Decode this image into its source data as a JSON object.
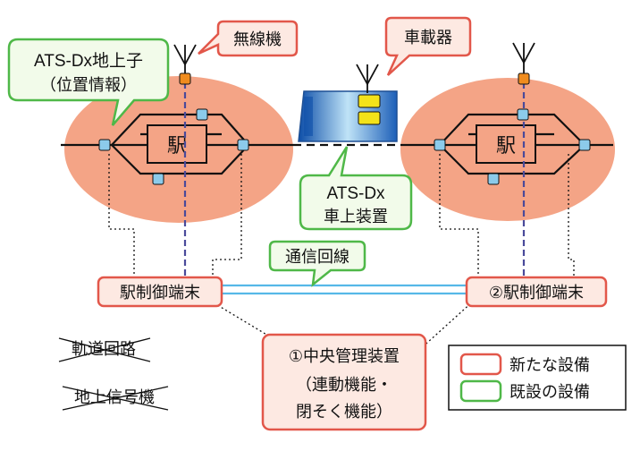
{
  "labels": {
    "ats_dx_ground": [
      "ATS-Dx地上子",
      "（位置情報）"
    ],
    "radio": "無線機",
    "onboard": "車載器",
    "ats_dx_car": [
      "ATS-Dx",
      "車上装置"
    ],
    "comm_line": "通信回線",
    "station_left": "駅",
    "station_right": "駅",
    "terminal_left": "駅制御端末",
    "terminal_right": "②駅制御端末",
    "central": [
      "①中央管理装置",
      "（連動機能・",
      "閉そく機能）"
    ],
    "removed_1": "軌道回路",
    "removed_2": "地上信号機"
  },
  "legend": [
    {
      "label": "新たな設備",
      "color": "#e2574a"
    },
    {
      "label": "既設の設備",
      "color": "#4fb848"
    }
  ],
  "colors": {
    "ellipse": "#f4a486",
    "new_border": "#e2574a",
    "new_fill": "#fde9e2",
    "existing_border": "#4fb848",
    "existing_fill": "#f2fbea",
    "balise": "#8ccbeb",
    "transponder": "#f08c1e",
    "radio_path": "#4a4a9a",
    "comm_line": "#56b8e8",
    "car_body": "#2f7dd0",
    "car_box": "#f3e21a"
  }
}
